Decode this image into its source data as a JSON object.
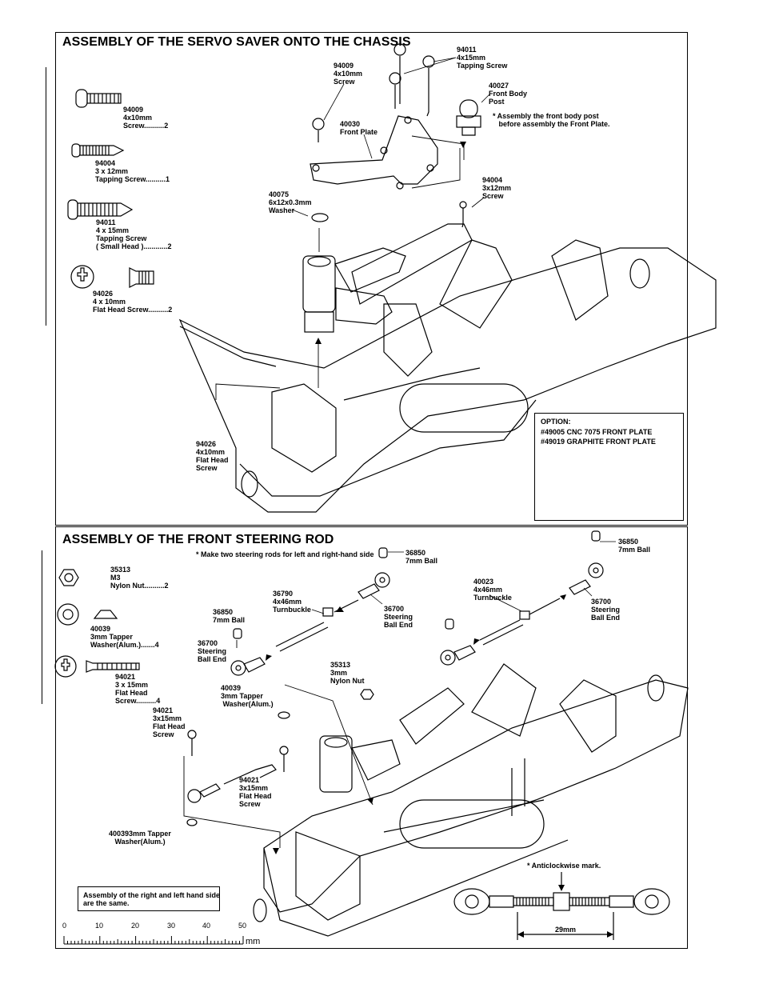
{
  "section1": {
    "title": "ASSEMBLY OF THE SERVO SAVER ONTO THE CHASSIS",
    "parts_list": [
      {
        "code": "94009",
        "desc": "4x10mm",
        "qty": "Screw..........2"
      },
      {
        "code": "94004",
        "desc": "3 x 12mm",
        "qty": "Tapping Screw..........1"
      },
      {
        "code": "94011",
        "desc": "4 x 15mm",
        "desc2": "Tapping Screw",
        "qty": "( Small Head )............2"
      },
      {
        "code": "94026",
        "desc": "4 x 10mm",
        "qty": "Flat Head Screw..........2"
      }
    ],
    "callouts": {
      "c94009": "94009\n4x10mm\nScrew",
      "c94011": "94011\n4x15mm\nTapping Screw",
      "c40027": "40027\nFront Body\nPost",
      "note_body_post": "* Assembly the front body post\n   before assembly the Front Plate.",
      "c40030": "40030\nFront Plate",
      "c94004": "94004\n3x12mm\nScrew",
      "c40075": "40075\n6x12x0.3mm\nWasher",
      "c94026": "94026\n4x10mm\nFlat Head\nScrew"
    },
    "option": {
      "heading": "OPTION:",
      "line1": "#49005 CNC 7075 FRONT PLATE",
      "line2": "#49019 GRAPHITE FRONT PLATE"
    }
  },
  "section2": {
    "title": "ASSEMBLY OF THE FRONT STEERING ROD",
    "note_two_rods": "* Make two steering rods for left and right-hand side",
    "parts_list": [
      {
        "code": "35313",
        "desc": "M3",
        "qty": "Nylon Nut..........2"
      },
      {
        "code": "40039",
        "desc": "3mm Tapper",
        "qty": "Washer(Alum.).......4"
      },
      {
        "code": "94021",
        "desc": "3 x 15mm",
        "desc2": "Flat Head",
        "qty": "Screw..........4"
      }
    ],
    "callouts": {
      "c36850a": "36850\n7mm Ball",
      "c36850b": "36850\n7mm Ball",
      "c36850c": "36850\n7mm Ball",
      "c36790": "36790\n4x46mm\nTurnbuckle",
      "c40023": "40023\n4x46mm\nTurnbuckle",
      "c36700a": "36700\nSteering\nBall End",
      "c36700b": "36700\nSteering\nBall End",
      "c36700c": "36700\nSteering\nBall End",
      "c35313": "35313\n3mm\nNylon Nut",
      "c40039": "40039\n3mm Tapper\n Washer(Alum.)",
      "c94021a": "94021\n3x15mm\nFlat Head\nScrew",
      "c94021b": "94021\n3x15mm\nFlat Head\nScrew",
      "c400393": "400393mm Tapper\n   Washer(Alum.)"
    },
    "anticlockwise": "* Anticlockwise mark.",
    "dimension": "29mm",
    "note_same": "Assembly of the right and left hand side\nare the same."
  },
  "ruler": {
    "ticks": [
      "0",
      "10",
      "20",
      "30",
      "40",
      "50"
    ],
    "unit": "mm"
  }
}
